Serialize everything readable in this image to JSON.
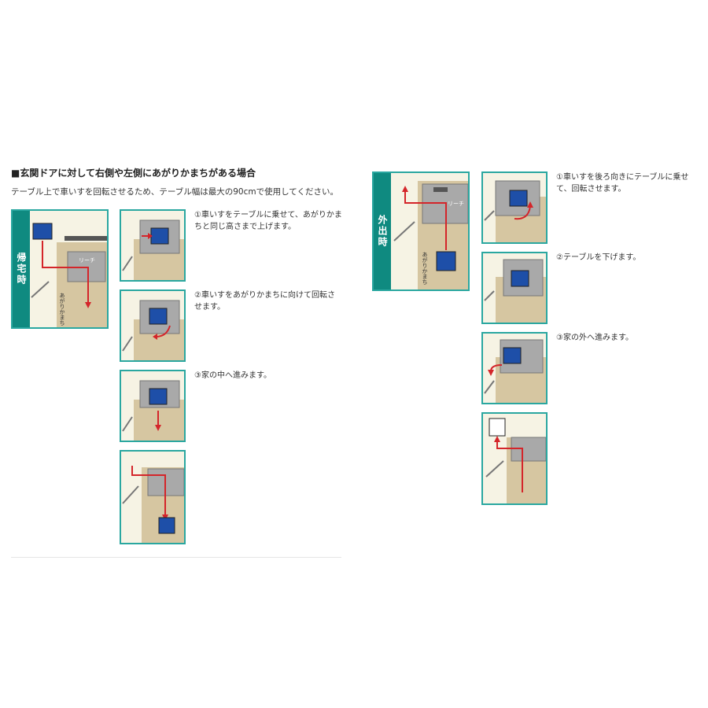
{
  "heading": "■玄関ドアに対して右側や左側にあがりかまちがある場合",
  "subheading": "テーブル上で車いすを回転させるため、テーブル幅は最大の90cmで使用してください。",
  "return_home": {
    "label": "帰宅時",
    "overview": {
      "reach_label": "リーチ",
      "step_label": "あがりかまち"
    },
    "steps": [
      {
        "text": "①車いすをテーブルに乗せて、あがりかまちと同じ高さまで上げます。"
      },
      {
        "text": "②車いすをあがりかまちに向けて回転させます。"
      },
      {
        "text": "③家の中へ進みます。"
      }
    ]
  },
  "going_out": {
    "label": "外出時",
    "overview": {
      "reach_label": "リーチ",
      "step_label": "あがりかまち"
    },
    "steps": [
      {
        "text": "①車いすを後ろ向きにテーブルに乗せて、回転させます。"
      },
      {
        "text": "②テーブルを下げます。"
      },
      {
        "text": "③家の外へ進みます。"
      }
    ]
  },
  "colors": {
    "teal": "#0f8a80",
    "border": "#2aa7a0",
    "floor": "#d6c6a1",
    "wall": "#f6f3e4",
    "table": "#a9a9a9",
    "chair": "#1e4fa8",
    "arrow": "#d4252a"
  }
}
